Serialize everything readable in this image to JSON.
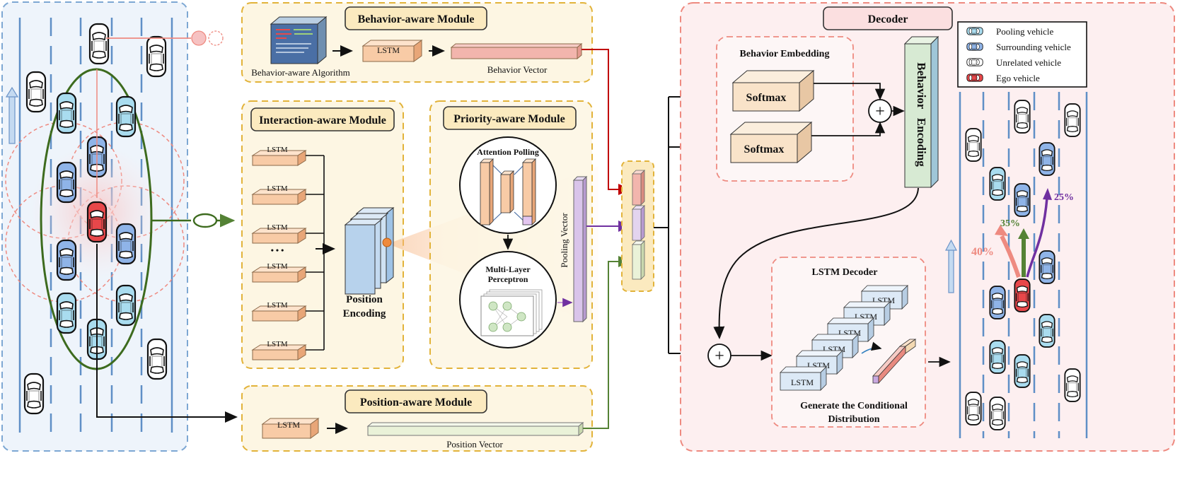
{
  "behavior_module": {
    "title": "Behavior-aware Module",
    "algorithm_label": "Behavior-aware Algorithm",
    "lstm": "LSTM",
    "vector_label": "Behavior Vector"
  },
  "interaction_module": {
    "title": "Interaction-aware Module",
    "lstm": "LSTM",
    "ellipsis": "• • •",
    "encoding_line1": "Position",
    "encoding_line2": "Encoding"
  },
  "priority_module": {
    "title": "Priority-aware Module",
    "attention_label": "Attention Polling",
    "mlp_line1": "Multi-Layer",
    "mlp_line2": "Perceptron",
    "pooling_vector": "Pooling Vector"
  },
  "position_module": {
    "title": "Position-aware Module",
    "lstm": "LSTM",
    "vector_label": "Position Vector"
  },
  "decoder": {
    "title": "Decoder",
    "embedding_title": "Behavior Embedding",
    "softmax": "Softmax",
    "encoding_label": "Behavior   Encoding",
    "lstm_decoder_title": "LSTM Decoder",
    "lstm": "LSTM",
    "generate_line1": "Generate the Conditional",
    "generate_line2": "Distribution"
  },
  "legend": [
    {
      "label": "Pooling vehicle",
      "color": "#a9dcef"
    },
    {
      "label": "Surrounding vehicle",
      "color": "#8fb4e8"
    },
    {
      "label": "Unrelated vehicle",
      "color": "#ffffff"
    },
    {
      "label": "Ego vehicle",
      "color": "#e8474a"
    }
  ],
  "probabilities": {
    "left": "40%",
    "straight": "35%",
    "right": "25%"
  },
  "plus_symbol": "+",
  "colors": {
    "scene_bg": "#eef4fb",
    "module_bg": "#fdf6e3",
    "decoder_bg": "#fdeff0",
    "title_bg": "#fbeabf",
    "lstm_fill": "#f8cba6",
    "behavior_vector": "#f2b5ad",
    "pooling_vector": "#d9c4ea",
    "position_vector": "#eaf2d8",
    "encoding_bar": "#d7ead3",
    "softmax_fill": "#f9e3c9",
    "arrow_red": "#c00000",
    "arrow_purple": "#7030a0",
    "arrow_green": "#548235"
  },
  "icons": [
    "document-icon",
    "plus-icon",
    "car-icon",
    "up-arrow-icon"
  ]
}
